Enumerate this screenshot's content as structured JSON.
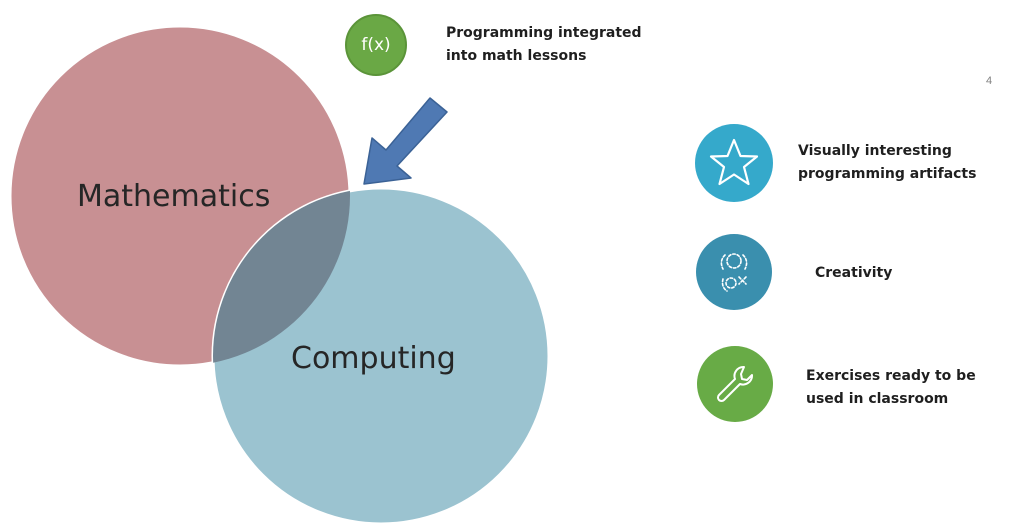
{
  "slide": {
    "page_number": "4"
  },
  "venn": {
    "mathematics_label": "Mathematics",
    "computing_label": "Computing",
    "colors": {
      "mathematics": "#c89093",
      "computing": "#9bc3d0",
      "overlap": "#728593"
    }
  },
  "callout": {
    "badge_text": "f(x)",
    "text_lines": [
      "Programming integrated",
      "into math lessons"
    ],
    "badge_color": "#6aa845",
    "arrow_color": "#4f79b3"
  },
  "features": [
    {
      "icon": "star-icon",
      "text_lines": [
        "Visually interesting",
        "programming artifacts"
      ],
      "color": "#35a9cb"
    },
    {
      "icon": "creativity-icon",
      "text_lines": [
        "Creativity"
      ],
      "color": "#3a8fae"
    },
    {
      "icon": "wrench-icon",
      "text_lines": [
        "Exercises ready to be",
        "used in classroom"
      ],
      "color": "#68ab46"
    }
  ]
}
